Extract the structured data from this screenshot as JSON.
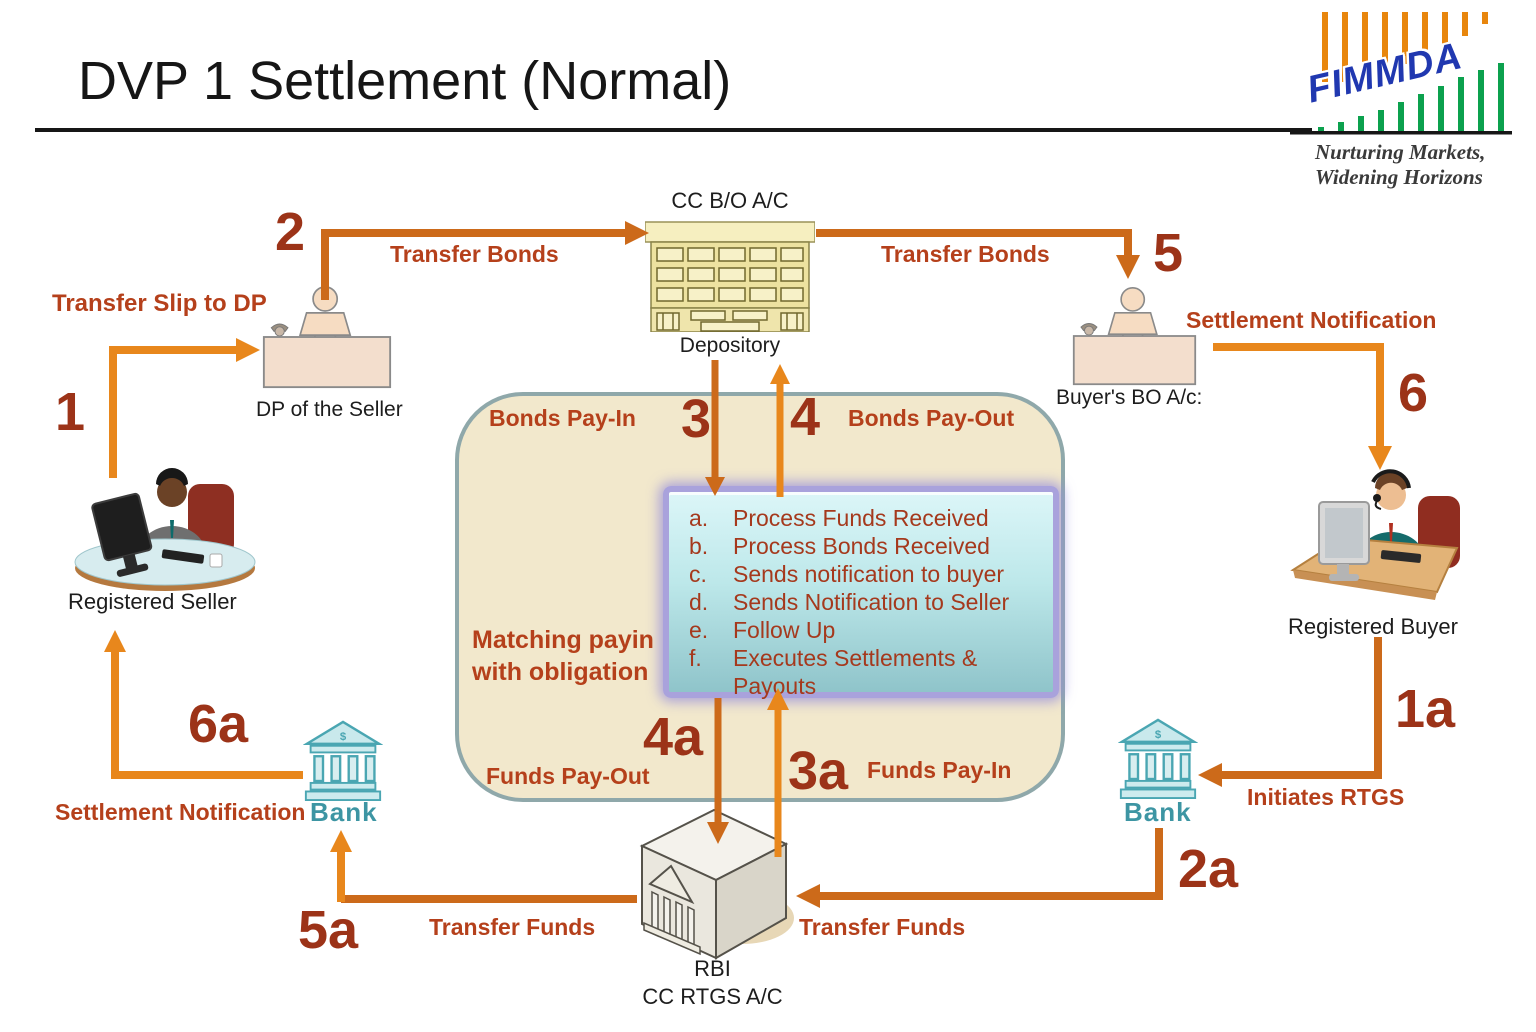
{
  "header": {
    "title": "DVP 1 Settlement (Normal)"
  },
  "logo": {
    "brand": "FIMMDA",
    "tagline1": "Nurturing Markets,",
    "tagline2": "Widening Horizons"
  },
  "nodes": {
    "cc_bo_ac": "CC B/O A/C",
    "depository": "Depository",
    "dp_seller": "DP of the Seller",
    "buyer_bo": "Buyer's BO A/c:",
    "registered_seller": "Registered Seller",
    "registered_buyer": "Registered Buyer",
    "bank_left": "Bank",
    "bank_right": "Bank",
    "bank_dollar": "$",
    "rbi_1": "RBI",
    "rbi_2": "CC RTGS A/C"
  },
  "numbers": {
    "n1": "1",
    "n2": "2",
    "n3": "3",
    "n4": "4",
    "n5": "5",
    "n6": "6",
    "n1a": "1a",
    "n2a": "2a",
    "n3a": "3a",
    "n4a": "4a",
    "n5a": "5a",
    "n6a": "6a"
  },
  "labels": {
    "transfer_slip": "Transfer Slip to DP",
    "transfer_bonds_left": "Transfer Bonds",
    "transfer_bonds_right": "Transfer Bonds",
    "settlement_notification_right": "Settlement Notification",
    "settlement_notification_left": "Settlement Notification",
    "initiates_rtgs": "Initiates RTGS",
    "transfer_funds_left": "Transfer Funds",
    "transfer_funds_right": "Transfer Funds",
    "bonds_pay_in": "Bonds Pay-In",
    "bonds_pay_out": "Bonds Pay-Out",
    "funds_pay_out": "Funds Pay-Out",
    "funds_pay_in": "Funds Pay-In",
    "matching_1": "Matching payin",
    "matching_2": "with obligation"
  },
  "process_box": {
    "items": [
      {
        "letter": "a.",
        "text": "Process Funds Received"
      },
      {
        "letter": "b.",
        "text": "Process Bonds Received"
      },
      {
        "letter": "c.",
        "text": "Sends notification to buyer"
      },
      {
        "letter": "d.",
        "text": "Sends Notification to Seller"
      },
      {
        "letter": "e.",
        "text": "Follow Up"
      },
      {
        "letter": "f.",
        "text": "Executes Settlements & Payouts"
      }
    ]
  },
  "icons": {
    "depository": "office-building-icon",
    "rbi": "bank-3d-temple-icon",
    "bank": "bank-columns-icon",
    "dp_seller": "clerk-at-counter-icon",
    "buyer_bo": "clerk-at-counter-icon",
    "registered_seller": "person-at-computer-icon",
    "registered_buyer": "person-with-headset-icon",
    "phone": "telephone-icon"
  },
  "colors": {
    "number": "#9C3318",
    "flow_label": "#B5401B",
    "arrow_dark": "#CC6A1A",
    "arrow_light": "#E8871C",
    "panel_fill": "#F2E8CC",
    "panel_border": "#8FA8AA",
    "process_border": "#A9A2DC",
    "process_text": "#A5391D",
    "bank_teal": "#3D95A3",
    "logo_blue": "#2038B0",
    "logo_orange": "#E8860D",
    "logo_green": "#0CA14E"
  }
}
